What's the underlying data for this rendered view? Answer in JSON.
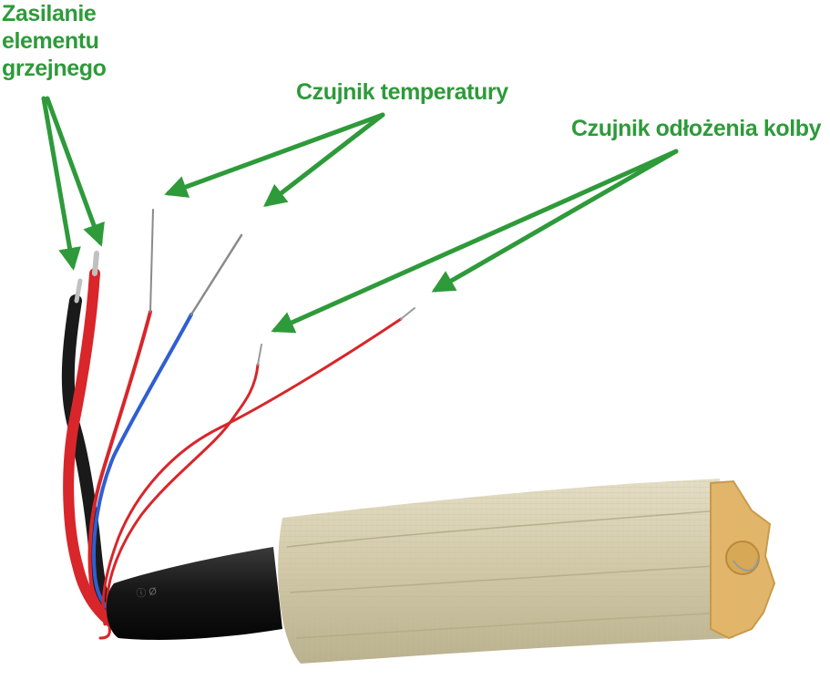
{
  "labels": {
    "heater_power": [
      "Zasilanie",
      "elementu",
      "grzejnego"
    ],
    "temperature_sensor": "Czujnik  temperatury",
    "holder_sensor": "Czujnik odłożenia kolby"
  },
  "colors": {
    "label_green": "#2e9a3a",
    "arrow_green": "#2e9a3a",
    "wire_red": "#d8262a",
    "wire_blue": "#2f5fd0",
    "wire_black": "#1a1a1a",
    "sleeve": "#d6cfb4",
    "wood": "#e2b66a"
  },
  "icons": {
    "arrow": "green-arrow-icon"
  }
}
